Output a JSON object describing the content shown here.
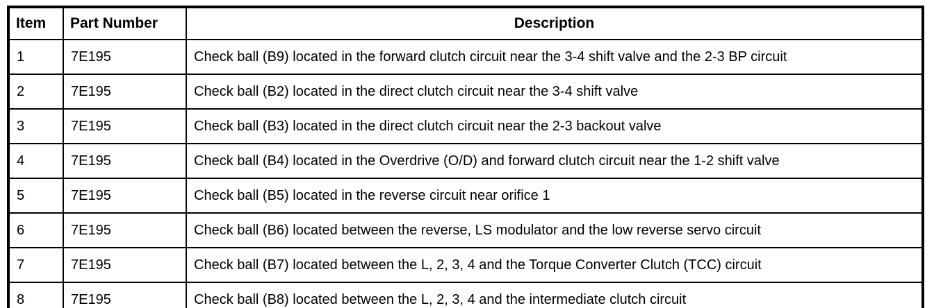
{
  "table": {
    "columns": {
      "item": {
        "label": "Item"
      },
      "part_number": {
        "label": "Part Number"
      },
      "description": {
        "label": "Description"
      }
    },
    "rows": [
      {
        "item": "1",
        "part_number": "7E195",
        "description": "Check ball (B9) located in the forward clutch circuit near the 3-4 shift valve and the 2-3 BP circuit"
      },
      {
        "item": "2",
        "part_number": "7E195",
        "description": "Check ball (B2) located in the direct clutch circuit near the 3-4 shift valve"
      },
      {
        "item": "3",
        "part_number": "7E195",
        "description": "Check ball (B3) located in the direct clutch circuit near the 2-3 backout valve"
      },
      {
        "item": "4",
        "part_number": "7E195",
        "description": "Check ball (B4) located in the Overdrive (O/D) and forward clutch circuit near the 1-2 shift valve"
      },
      {
        "item": "5",
        "part_number": "7E195",
        "description": "Check ball (B5) located in the reverse circuit near orifice 1"
      },
      {
        "item": "6",
        "part_number": "7E195",
        "description": "Check ball (B6) located between the reverse, LS modulator and the low reverse servo circuit"
      },
      {
        "item": "7",
        "part_number": "7E195",
        "description": "Check ball (B7) located between the L, 2, 3, 4 and the Torque Converter Clutch (TCC) circuit"
      },
      {
        "item": "8",
        "part_number": "7E195",
        "description": "Check ball (B8) located between the L, 2, 3, 4 and the intermediate clutch circuit"
      }
    ],
    "colors": {
      "border": "#000000",
      "background": "#ffffff",
      "text": "#000000"
    }
  }
}
